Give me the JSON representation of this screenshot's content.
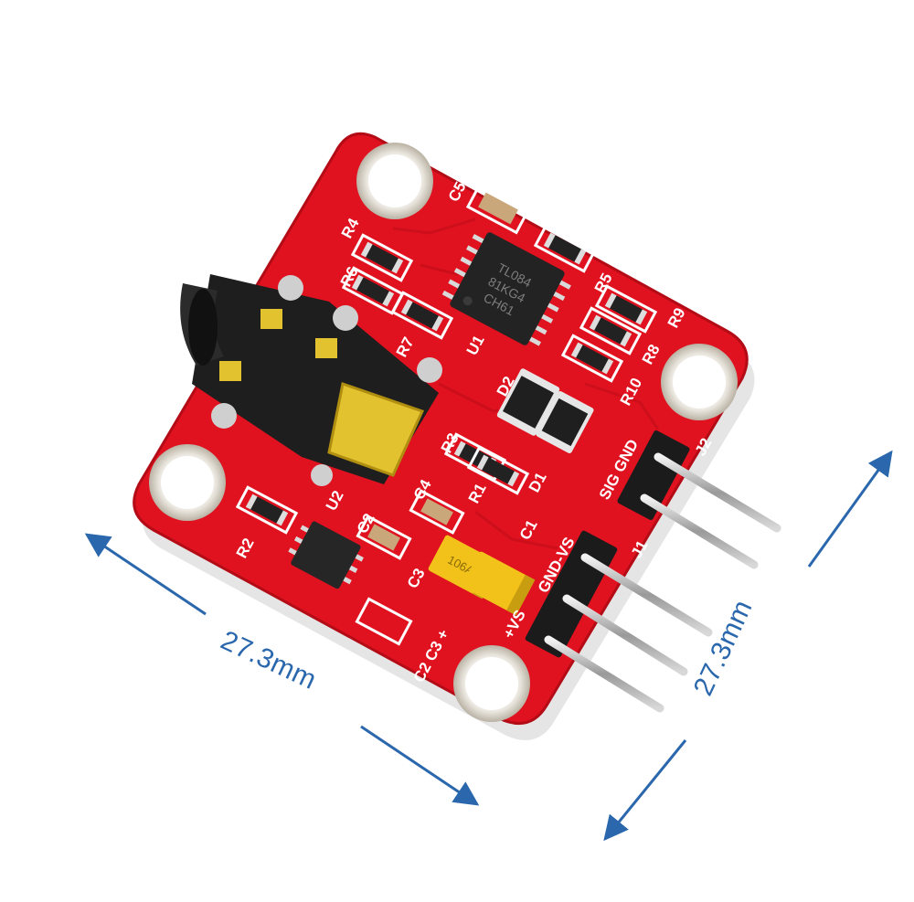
{
  "dimensions": {
    "width_label": "27.3mm",
    "height_label": "27.3mm",
    "line_color": "#2a67ad"
  },
  "board": {
    "pcb_color": "#e0121f",
    "silkscreen_color": "#ffffff",
    "labels": {
      "c5": "C5",
      "r4": "R4",
      "r6": "R6",
      "r7": "R7",
      "r5": "R5",
      "r9": "R9",
      "r8": "R8",
      "r10": "R10",
      "u1": "U1",
      "d2": "D2",
      "d1": "D1",
      "r3": "R3",
      "c4": "C4",
      "r1": "R1",
      "u2": "U2",
      "c2": "C2",
      "r2": "R2",
      "c3": "C3",
      "c1": "C1",
      "sig_gnd": "SIG GND",
      "j2": "J2",
      "j1": "J1",
      "gnd_vs": "GND-VS",
      "plus_vs": "+VS",
      "c2_c3_plus": "C2 C3 +"
    },
    "chip_u1_marking": [
      "TL084",
      "81KG4",
      "CH61"
    ],
    "cap_marking": "106A"
  }
}
